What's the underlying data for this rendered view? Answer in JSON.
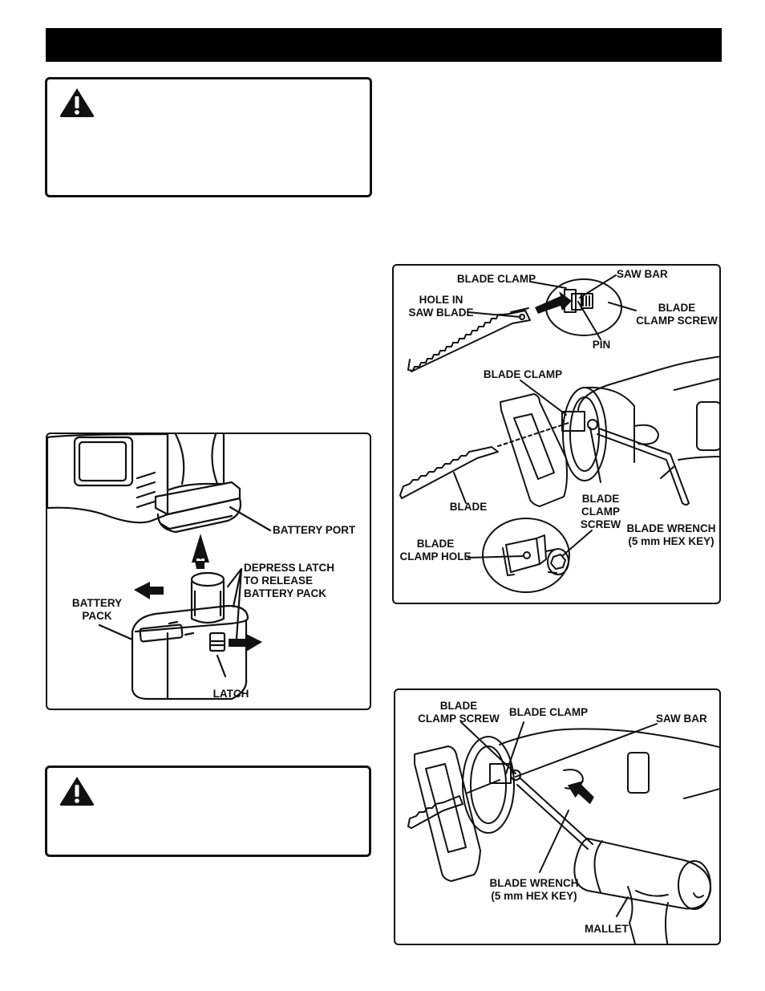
{
  "battery_figure": {
    "labels": {
      "battery_port": "BATTERY PORT",
      "depress_latch_1": "DEPRESS LATCH",
      "depress_latch_2": "TO RELEASE",
      "depress_latch_3": "BATTERY PACK",
      "battery_pack_1": "BATTERY",
      "battery_pack_2": "PACK",
      "latch": "LATCH"
    }
  },
  "blade_figure": {
    "labels": {
      "blade_clamp_top": "BLADE CLAMP",
      "saw_bar": "SAW BAR",
      "hole_in_1": "HOLE IN",
      "hole_in_2": "SAW BLADE",
      "blade_clamp_screw_1": "BLADE",
      "blade_clamp_screw_2": "CLAMP SCREW",
      "pin": "PIN",
      "blade_clamp_mid": "BLADE CLAMP",
      "blade": "BLADE",
      "bcs_stack_1": "BLADE",
      "bcs_stack_2": "CLAMP",
      "bcs_stack_3": "SCREW",
      "blade_wrench_1": "BLADE WRENCH",
      "blade_wrench_2": "(5 mm HEX KEY)",
      "clamp_hole_1": "BLADE",
      "clamp_hole_2": "CLAMP HOLE"
    }
  },
  "mallet_figure": {
    "labels": {
      "bcs_1": "BLADE",
      "bcs_2": "CLAMP SCREW",
      "blade_clamp": "BLADE CLAMP",
      "saw_bar": "SAW BAR",
      "blade_wrench_1": "BLADE WRENCH",
      "blade_wrench_2": "(5 mm HEX KEY)",
      "mallet": "MALLET"
    }
  }
}
